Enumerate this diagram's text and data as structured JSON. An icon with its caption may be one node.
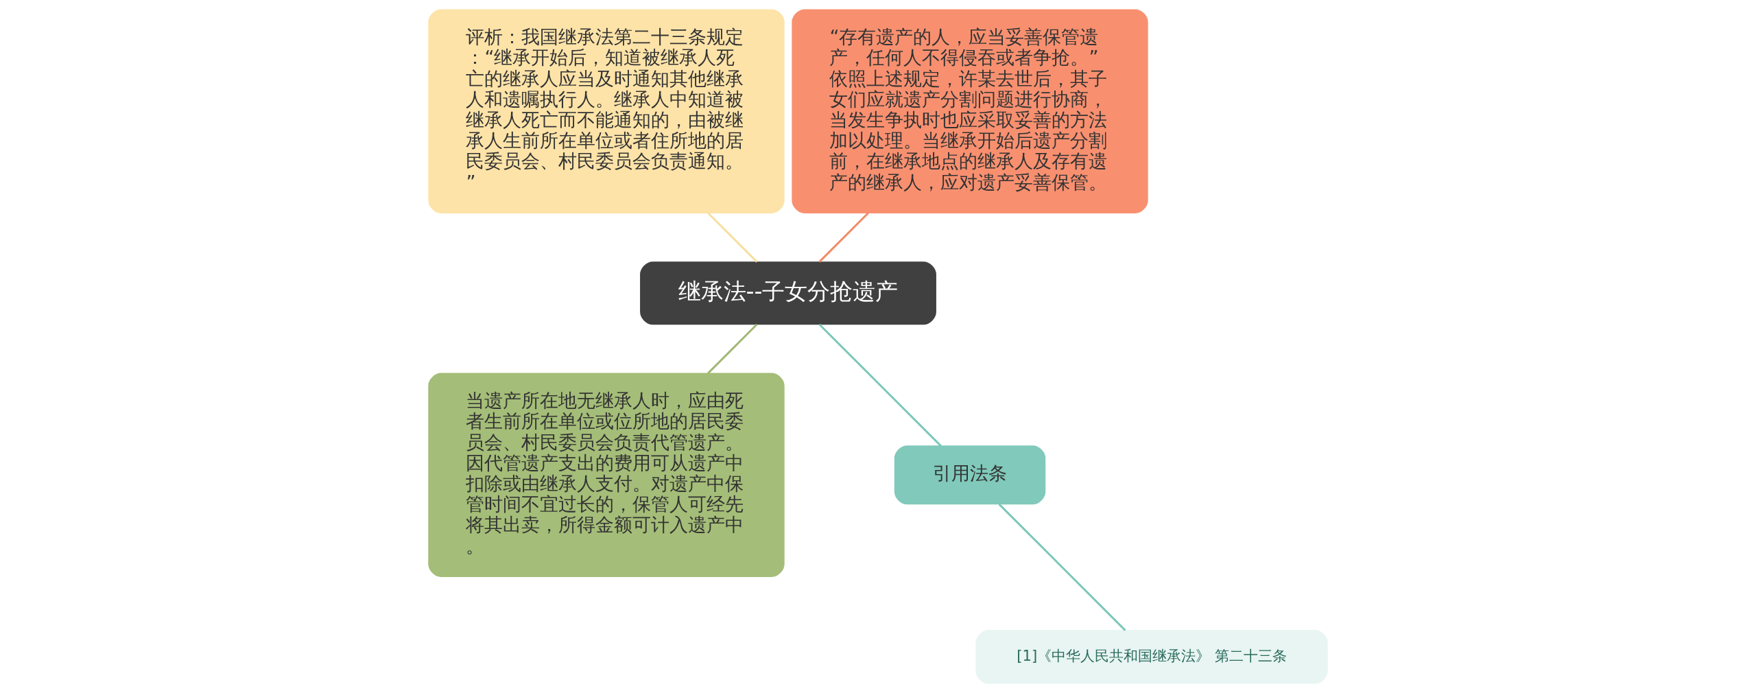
{
  "diagram": {
    "nodes": [
      {
        "text": [
          "继承法--子女分抢遗产"
        ]
      },
      {
        "text": [
          "“存有遗产的人，应当妥善保管遗产，任何人不得侵吞或者争抢。”依照上述规定，许某去世后，其子女们应就遗产分割问题进行协商，当发生争执时也应采取妥善的方法加以处理。当继承开始后遗产分割前，在继承地点的继承人及存有遗产的继承人，应对遗产妥善保管。"
        ]
      },
      {
        "text": [
          "评析：我国继承法第二十三条规定：“继承开始后，知道被继承人死亡的继承人应当及时通知其他继承人和遗嘱执行人。继承人中知道被继承人死亡而不能通知的，由被继承人生前所在单位或者住所地的居民委员会、村民委员会负责通知。”"
        ]
      },
      {
        "text": [
          "当遗产所在地无继承人时，应由死者生前所在单位或位所地的居民委员会、村民委员会负责代管遗产。因代管遗产支出的费用可从遗产中扣除或由继承人支付。对遗产中保管时间不宜过长的，保管人可经先将其出卖，所得金额可计入遗产中。"
        ]
      },
      {
        "text": [
          "引用法条"
        ]
      },
      {
        "text": [
          "[1]《中华人民共和国继承法》 第二十三条"
        ]
      }
    ],
    "edges": [
      {
        "from": 0,
        "to": 1,
        "arrow": "none",
        "color": "#f08b68"
      },
      {
        "from": 0,
        "to": 2,
        "arrow": "none",
        "color": "#f7df9f"
      },
      {
        "from": 0,
        "to": 3,
        "arrow": "none",
        "color": "#a2b874"
      },
      {
        "from": 0,
        "to": 4,
        "arrow": "none",
        "color": "#7cc8b9"
      },
      {
        "from": 4,
        "to": 5,
        "arrow": "none",
        "color": "#7cc8b9"
      }
    ]
  }
}
